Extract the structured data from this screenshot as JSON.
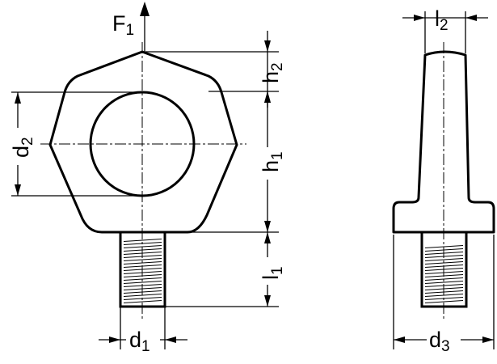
{
  "labels": {
    "f1_main": "F",
    "f1_sub": "1",
    "h2_main": "h",
    "h2_sub": "2",
    "h1_main": "h",
    "h1_sub": "1",
    "l1_main": "l",
    "l1_sub": "1",
    "d2_main": "d",
    "d2_sub": "2",
    "d1_main": "d",
    "d1_sub": "1",
    "l2_main": "l",
    "l2_sub": "2",
    "d3_main": "d",
    "d3_sub": "3"
  },
  "colors": {
    "line": "#000000",
    "background": "#ffffff"
  }
}
